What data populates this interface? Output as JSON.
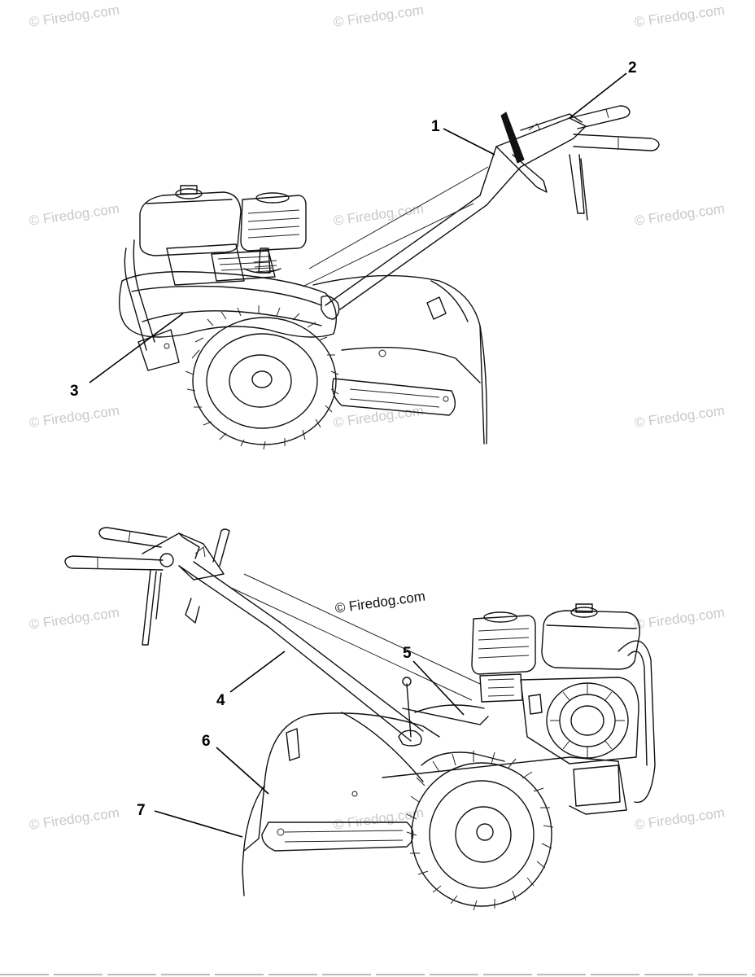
{
  "watermark": "© Firedog.com",
  "copyright": "© Firedog.com",
  "callouts": {
    "c1": "1",
    "c2": "2",
    "c3": "3",
    "c4": "4",
    "c5": "5",
    "c6": "6",
    "c7": "7"
  }
}
